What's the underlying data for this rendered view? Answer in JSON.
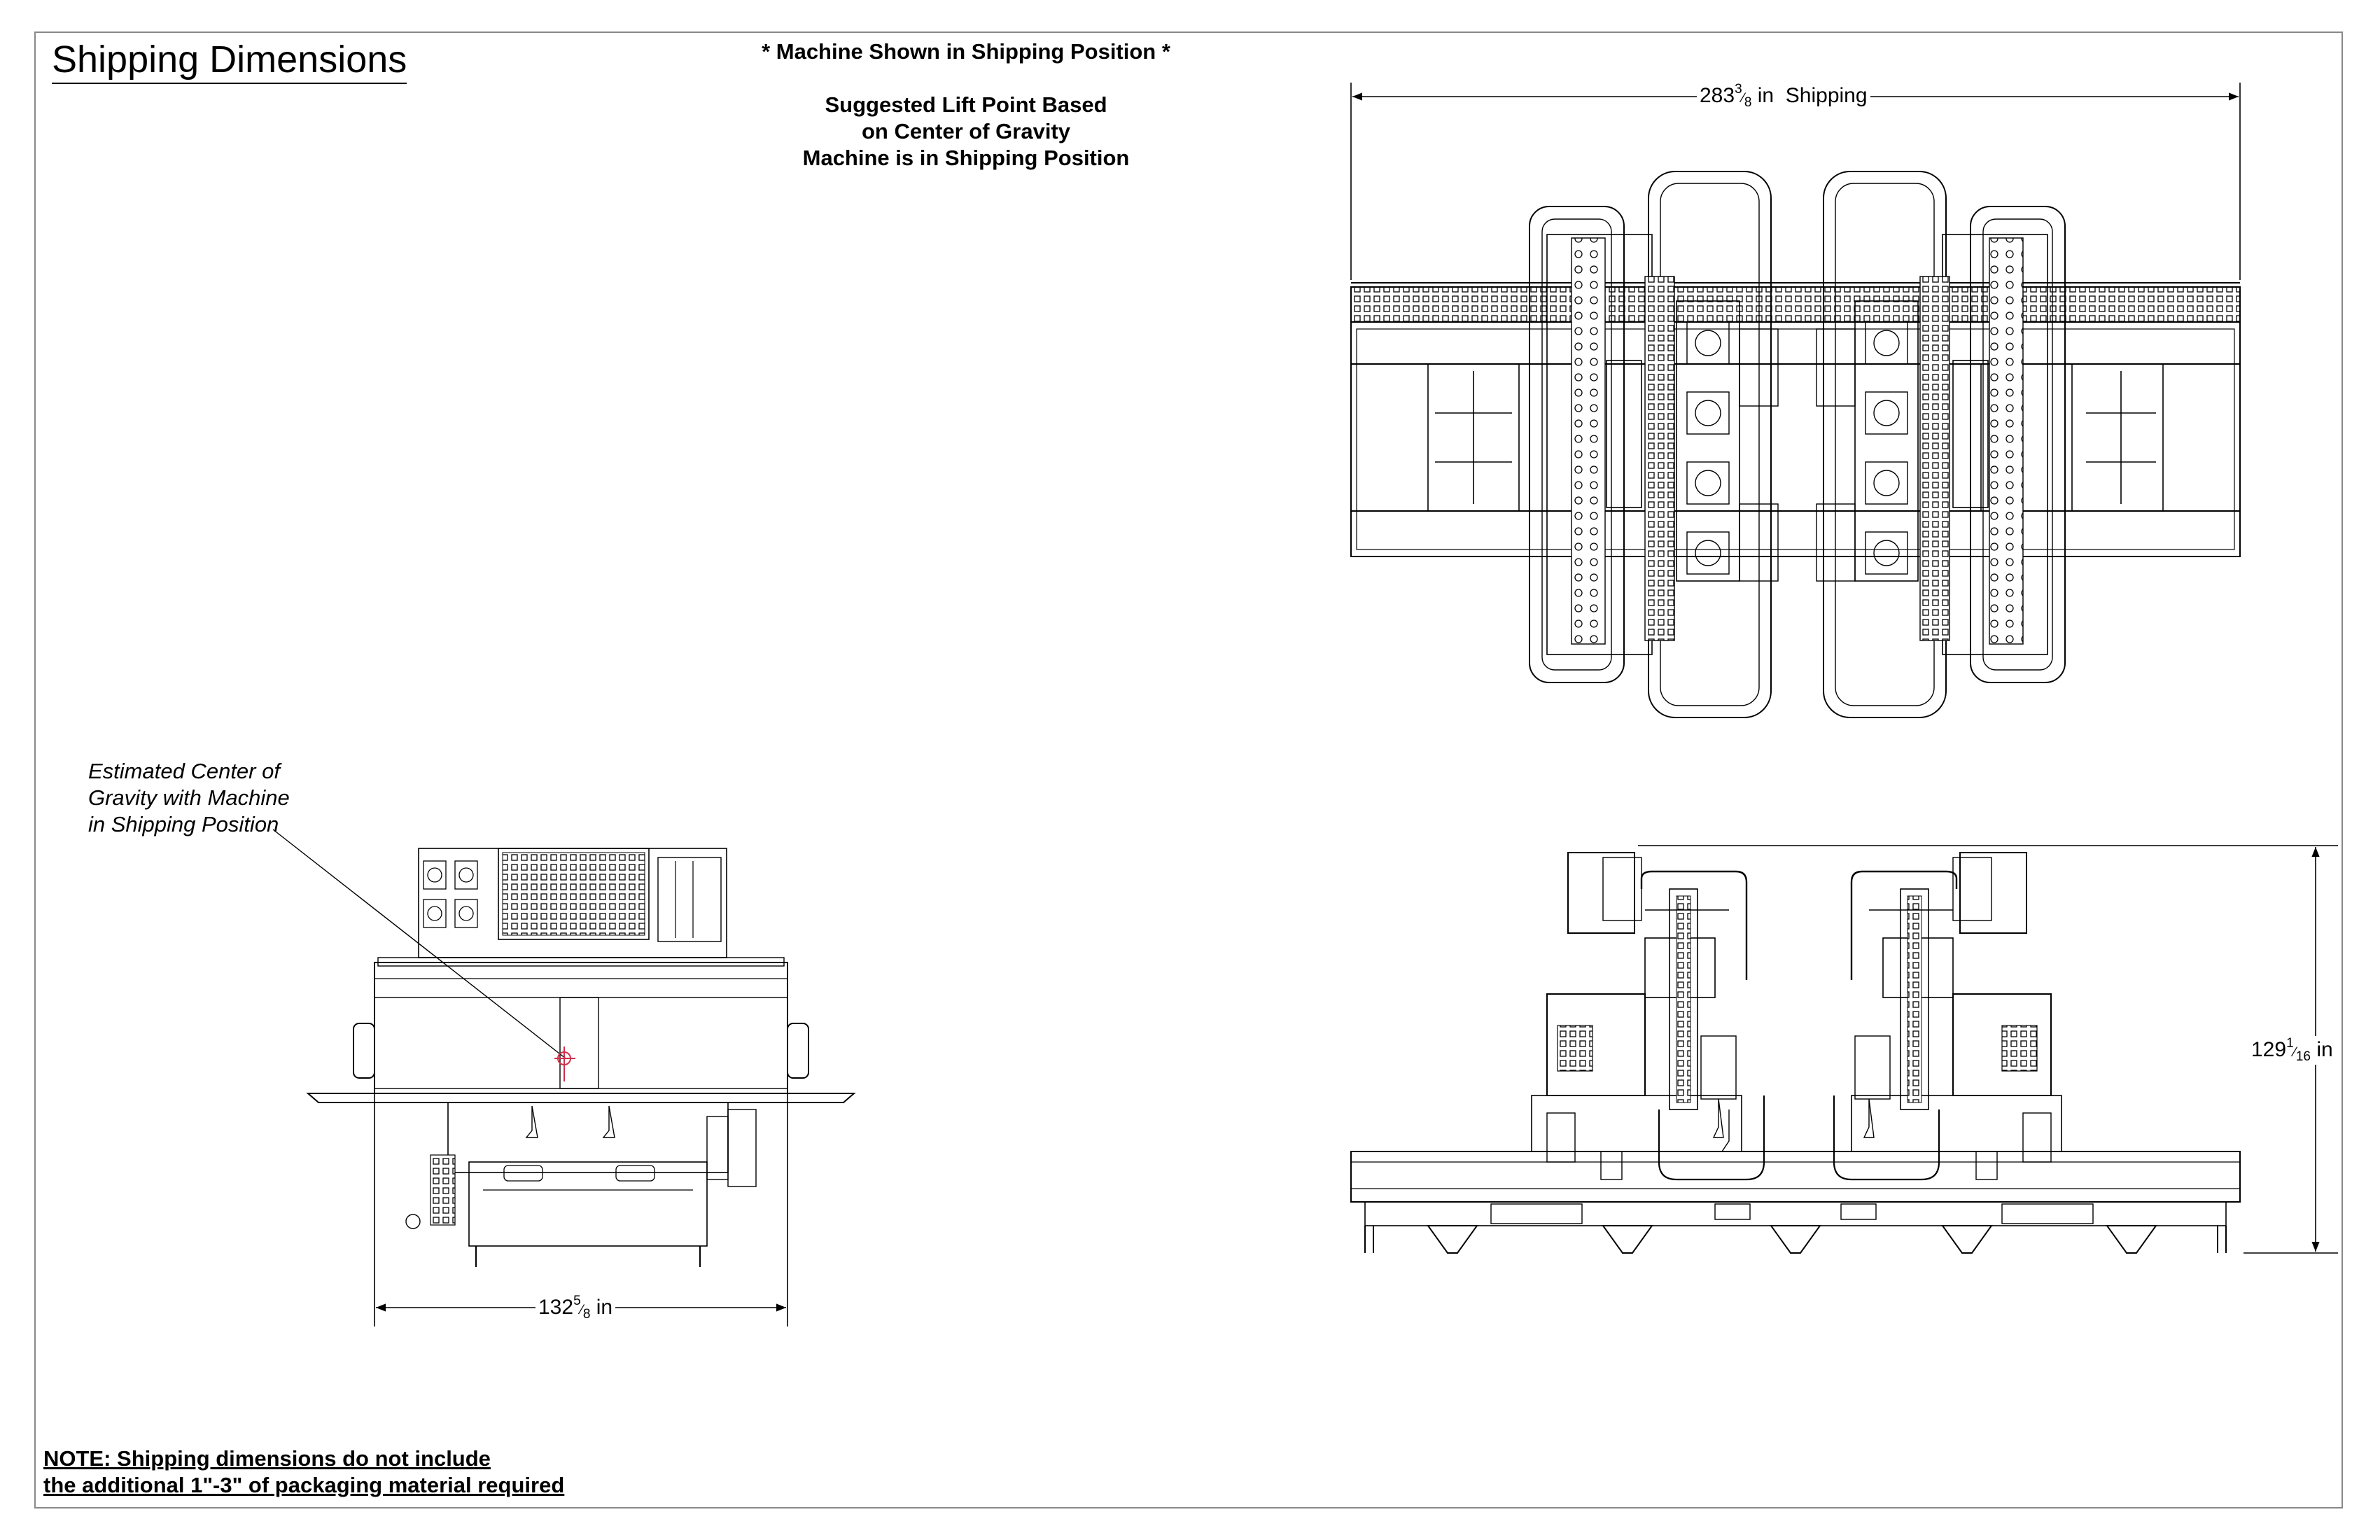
{
  "sheet": {
    "title": "Shipping Dimensions",
    "position_note": "* Machine Shown in Shipping Position *",
    "lift_note": {
      "line1": "Suggested Lift Point Based",
      "line2": "on Center of Gravity",
      "line3": "Machine is in Shipping Position"
    },
    "cog_label": {
      "line1": "Estimated Center of",
      "line2": "Gravity with Machine",
      "line3": "in Shipping Position"
    },
    "footer": {
      "line1": "NOTE: Shipping dimensions do not include",
      "line2": "the additional 1\"-3\" of packaging material required"
    }
  },
  "dimensions": {
    "length": {
      "whole": "283",
      "num": "3",
      "den": "8",
      "unit": "in",
      "suffix": "Shipping"
    },
    "height": {
      "whole": "129",
      "num": "1",
      "den": "16",
      "unit": "in"
    },
    "width": {
      "whole": "132",
      "num": "5",
      "den": "8",
      "unit": "in"
    }
  },
  "colors": {
    "line": "#000000",
    "cog_marker": "#d0304a"
  }
}
